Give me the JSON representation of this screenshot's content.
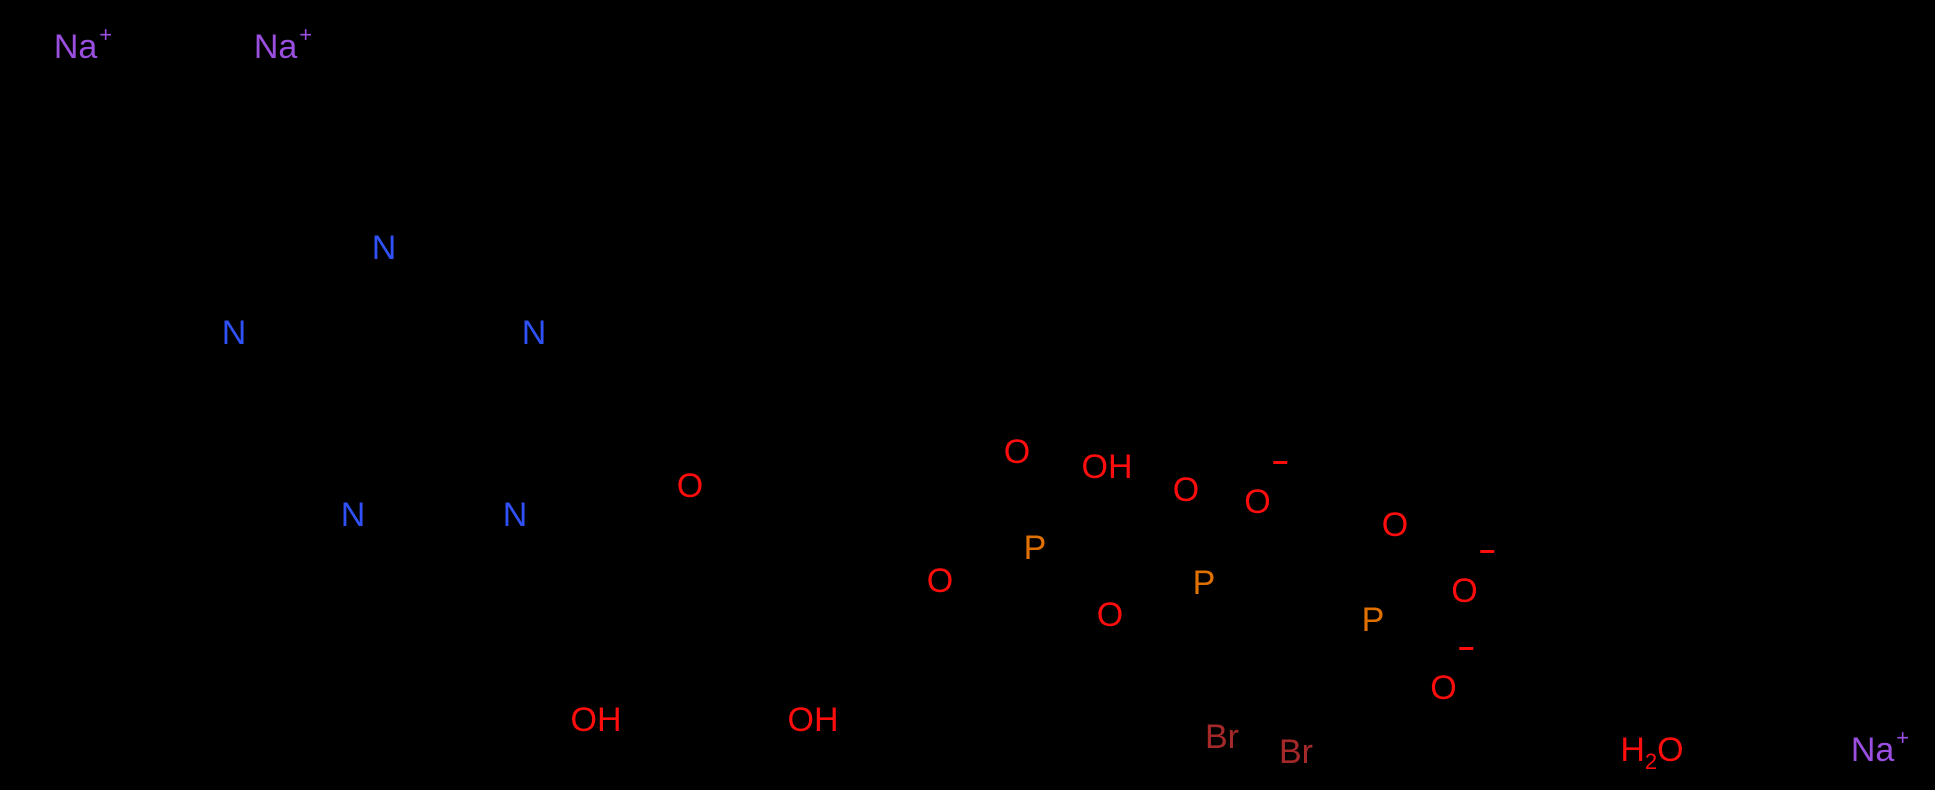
{
  "colors": {
    "background": "#000000",
    "sodium": "#9b4fe0",
    "nitrogen": "#3050f8",
    "oxygen": "#ff0d0d",
    "phosphorus": "#e07000",
    "bromine": "#a62929"
  },
  "ions": [
    {
      "symbol": "Na",
      "charge": "+"
    },
    {
      "symbol": "Na",
      "charge": "+"
    },
    {
      "symbol": "Na",
      "charge": "+"
    }
  ],
  "purine": {
    "atoms": [
      "N",
      "N",
      "N",
      "N",
      "N"
    ]
  },
  "ribose": {
    "ring_oxygen": "O",
    "hydroxyls": [
      "OH",
      "OH"
    ]
  },
  "phosphate_chain": {
    "ester_oxygen": "O",
    "p1": {
      "symbol": "P",
      "oxo": "O",
      "hydroxyl": "OH",
      "bridge": "O"
    },
    "p2": {
      "symbol": "P",
      "oxo": "O",
      "anion": "O",
      "anion_charge": "−"
    },
    "p3": {
      "symbol": "P",
      "oxo": "O",
      "anions": [
        "O",
        "O"
      ],
      "anion_charge": "−"
    }
  },
  "dibromomethylene": [
    "Br",
    "Br"
  ],
  "water": {
    "h": "H",
    "sub": "2",
    "o": "O"
  }
}
